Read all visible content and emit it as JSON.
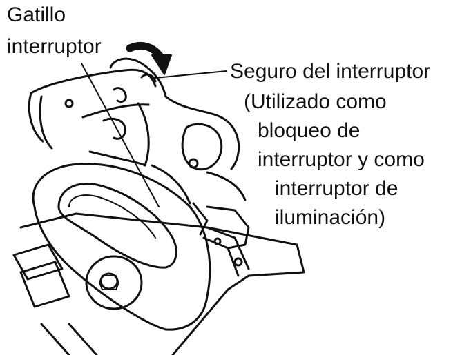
{
  "labels": {
    "trigger": {
      "line1": "Gatillo",
      "line2": "interruptor"
    },
    "lock": {
      "line1": "Seguro del interruptor",
      "line2": "(Utilizado como",
      "line3": "bloqueo de",
      "line4": "interruptor y como",
      "line5": "interruptor de",
      "line6": "iluminación)"
    }
  },
  "colors": {
    "ink": "#111111",
    "background": "#ffffff"
  },
  "icons": {
    "arrow": "curved-arrow-icon"
  }
}
